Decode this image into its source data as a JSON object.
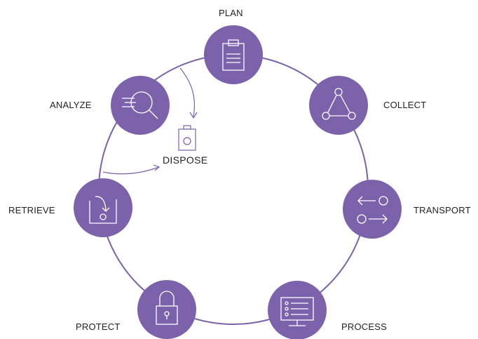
{
  "colors": {
    "stage_fill": "#7b62ab",
    "ring_stroke": "#7b62ab",
    "icon_stroke": "#ffffff",
    "arrow_stroke": "#7b62ab",
    "text": "#222222"
  },
  "stages": [
    {
      "key": "plan",
      "label": "PLAN",
      "icon": "clipboard-icon"
    },
    {
      "key": "collect",
      "label": "COLLECT",
      "icon": "network-triangle-icon"
    },
    {
      "key": "transport",
      "label": "TRANSPORT",
      "icon": "exchange-arrows-icon"
    },
    {
      "key": "process",
      "label": "PROCESS",
      "icon": "monitor-list-icon"
    },
    {
      "key": "protect",
      "label": "PROTECT",
      "icon": "lock-icon"
    },
    {
      "key": "retrieve",
      "label": "RETRIEVE",
      "icon": "retrieve-box-icon"
    },
    {
      "key": "analyze",
      "label": "ANALYZE",
      "icon": "magnifier-icon"
    }
  ],
  "center": {
    "label": "DISPOSE",
    "icon": "trash-bin-icon"
  }
}
